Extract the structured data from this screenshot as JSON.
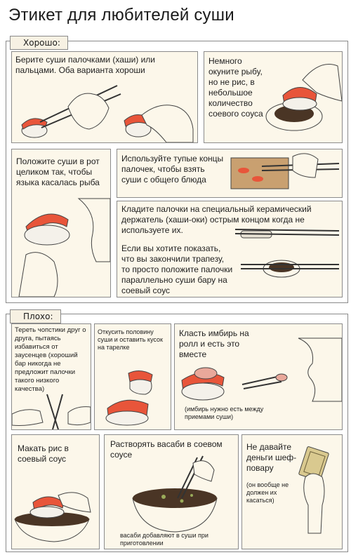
{
  "title": "Этикет для любителей суши",
  "good": {
    "label": "Хорошо:",
    "panels": [
      {
        "text": "Берите суши палочками (хаши) или пальцами. Оба варианта хороши"
      },
      {
        "text": "Немного окуните рыбу, но не рис, в небольшое количество соевого соуса"
      },
      {
        "text": "Положите суши в рот целиком так, чтобы языка касалась рыба"
      },
      {
        "text": "Используйте тупые концы палочек, чтобы взять суши с общего блюда"
      },
      {
        "text": "Кладите палочки на специальный керамический держатель (хаши-оки) острым концом когда не используете их."
      },
      {
        "text": "Если вы хотите показать, что вы закончили трапезу, то просто положите палочки параллельно суши бару на соевый соус"
      }
    ]
  },
  "bad": {
    "label": "Плохо:",
    "panels": [
      {
        "text": "Тереть чопстики друг о друга, пытаясь избавиться от заусенцев (хороший бар никогда не предложит палочки такого низкого качества)"
      },
      {
        "text": "Откусить половину суши и оставить кусок на тарелке"
      },
      {
        "text": "Класть имбирь на ролл и есть это вместе",
        "note": "(имбирь нужно есть между приемами суши)"
      },
      {
        "text": "Макать рис в соевый соус"
      },
      {
        "text": "Растворять васаби в соевом соусе",
        "note": "васаби добавляют в суши при приготовлении"
      },
      {
        "text": "Не давайте деньги шеф-повару",
        "note": "(он вообще не должен их касаться)"
      }
    ]
  },
  "colors": {
    "panel_bg": "#fcf7ea",
    "fish": "#e8553a",
    "rice": "#f4f1ea",
    "soy": "#4a3525",
    "wood": "#c9a070"
  }
}
